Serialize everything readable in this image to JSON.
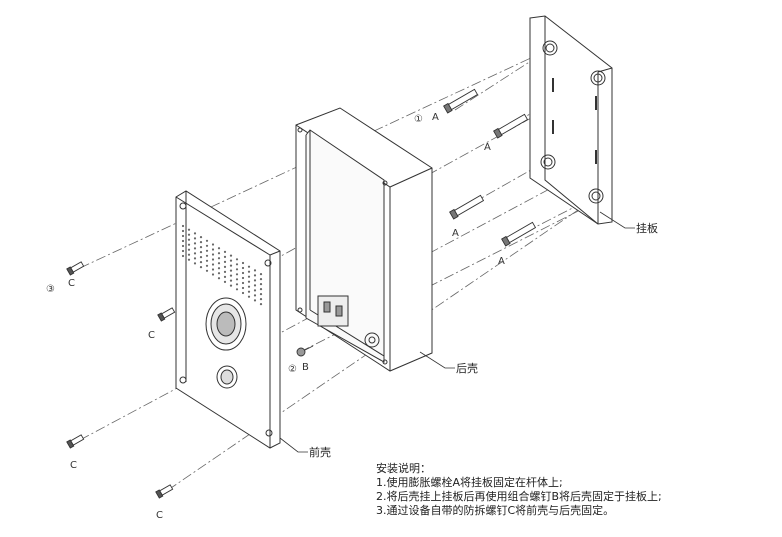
{
  "labels": {
    "step1": "①",
    "step2": "②",
    "step3": "③",
    "screw_a": "A",
    "screw_b": "B",
    "screw_c": "C",
    "mount_plate": "挂板",
    "back_shell": "后壳",
    "front_shell": "前壳"
  },
  "instructions": {
    "title": "安装说明：",
    "steps": [
      "1.使用膨胀螺栓A将挂板固定在杆体上;",
      "2.将后壳挂上挂板后再使用组合螺钉B将后壳固定于挂板上;",
      "3.通过设备自带的防拆螺钉C将前壳与后壳固定。"
    ]
  }
}
